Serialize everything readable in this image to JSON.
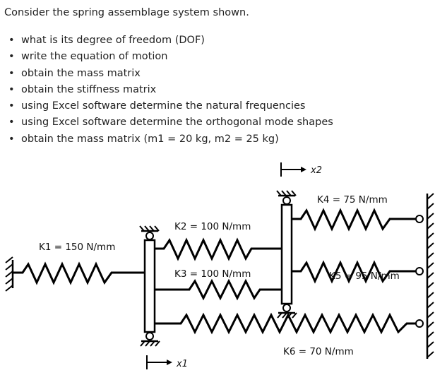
{
  "problem": {
    "intro": "Consider the spring assemblage system shown.",
    "bullets": [
      "what is its degree of freedom (DOF)",
      "write the equation of motion",
      "obtain the mass matrix",
      "obtain the stiffness matrix",
      "using Excel software determine the natural frequencies",
      "using Excel software determine the orthogonal mode shapes",
      "obtain the mass matrix (m1 = 20 kg, m2 = 25 kg)"
    ],
    "bullet_glyph": "•"
  },
  "diagram": {
    "springs": {
      "k1": "K1 = 150 N/mm",
      "k2": "K2 = 100 N/mm",
      "k3": "K3 = 100 N/mm",
      "k4": "K4 = 75 N/mm",
      "k5": "K5 = 95 N/mm",
      "k6": "K6 = 70 N/mm"
    },
    "displacements": {
      "x1": "x1",
      "x2": "x2"
    },
    "icons": [
      "fixed-wall-icon",
      "roller-icon",
      "arrow-right-icon"
    ]
  }
}
